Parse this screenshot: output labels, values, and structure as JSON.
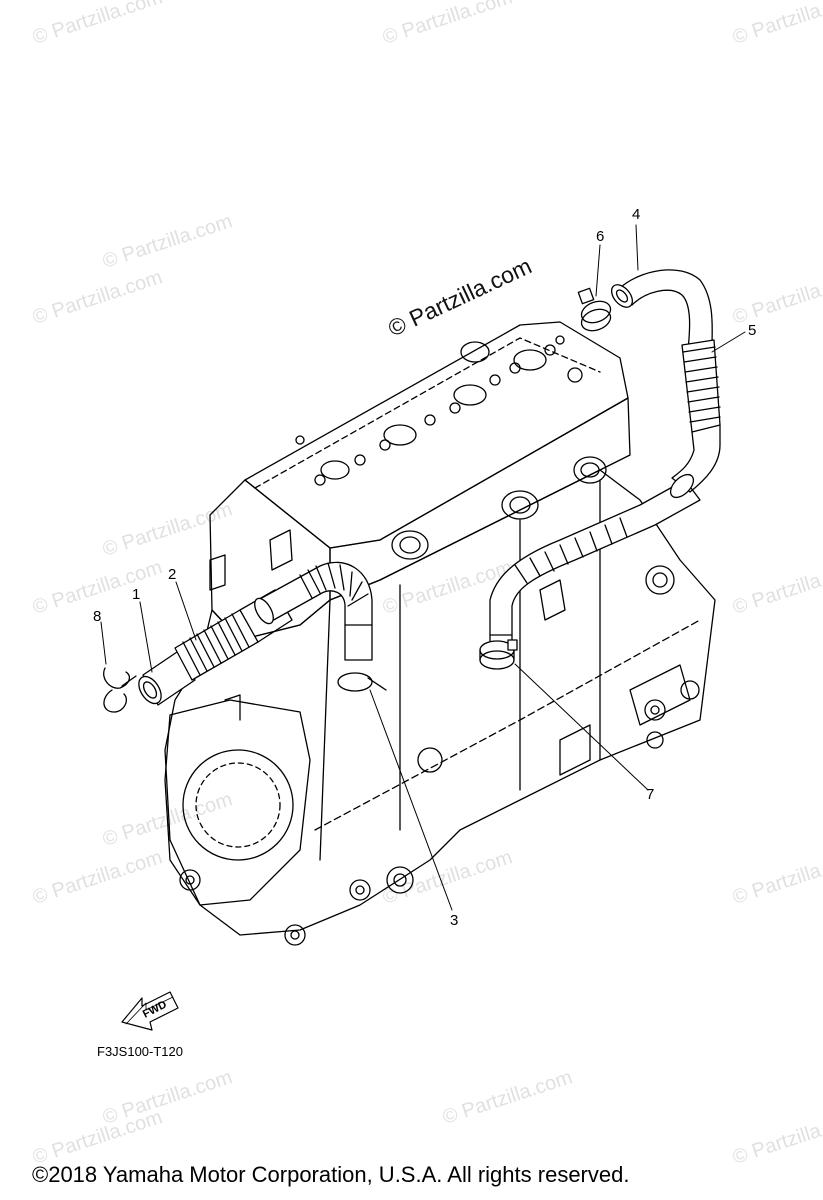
{
  "watermark": {
    "brand": "© Partzilla.com",
    "tiles": [
      "© Partzilla.com",
      "© Partzilla.com",
      "© Partzilla.com",
      "© Partzilla.com",
      "© Partzilla.com",
      "© Partzilla.com",
      "© Partzilla.com",
      "© Partzilla.com",
      "© Partzilla.com",
      "© Partzilla.com",
      "© Partzilla.com",
      "© Partzilla.com",
      "© Partzilla.com",
      "© Partzilla.com",
      "© Partzilla.com",
      "© Partzilla.com",
      "© Partzilla.com",
      "© Partzilla.com"
    ]
  },
  "callouts": [
    {
      "id": "1",
      "label": "1"
    },
    {
      "id": "2",
      "label": "2"
    },
    {
      "id": "3",
      "label": "3"
    },
    {
      "id": "4",
      "label": "4"
    },
    {
      "id": "5",
      "label": "5"
    },
    {
      "id": "6",
      "label": "6"
    },
    {
      "id": "7",
      "label": "7"
    },
    {
      "id": "8",
      "label": "8"
    }
  ],
  "direction_indicator": {
    "label": "FWD",
    "icon": "forward-arrow-icon"
  },
  "diagram_code": "F3JS100-T120",
  "copyright": "©2018  Yamaha Motor Corporation, U.S.A. All rights reserved.",
  "colors": {
    "line": "#000000",
    "watermark": "#c8c8c8",
    "background": "#ffffff"
  }
}
